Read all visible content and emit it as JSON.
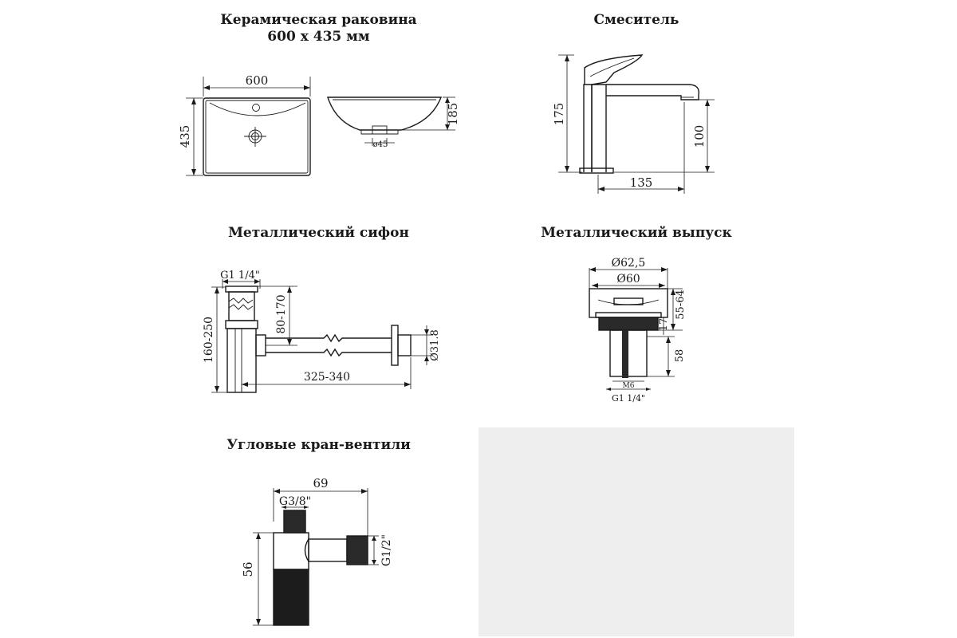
{
  "panels": {
    "sink": {
      "title_line1": "Керамическая раковина",
      "title_line2": "600 х 435 мм",
      "dims": {
        "width": "600",
        "depth": "435",
        "height": "185",
        "drain": "ø45"
      }
    },
    "faucet": {
      "title": "Смеситель",
      "dims": {
        "height": "175",
        "spout_height": "100",
        "reach": "135"
      }
    },
    "siphon": {
      "title": "Металлический сифон",
      "dims": {
        "thread": "G1 1/4\"",
        "height": "160-250",
        "adjust": "80-170",
        "length": "325-340",
        "diameter": "Ø31.8"
      }
    },
    "drain": {
      "title": "Металлический выпуск",
      "dims": {
        "outer": "Ø62,5",
        "inner": "Ø60",
        "range": "55-64",
        "thread_len": "17",
        "body": "58",
        "bolt": "М6",
        "thread": "G1 1/4\""
      }
    },
    "valve": {
      "title": "Угловые кран-вентили",
      "dims": {
        "length": "69",
        "inlet": "G3/8\"",
        "height": "56",
        "outlet": "G1/2\""
      }
    }
  }
}
